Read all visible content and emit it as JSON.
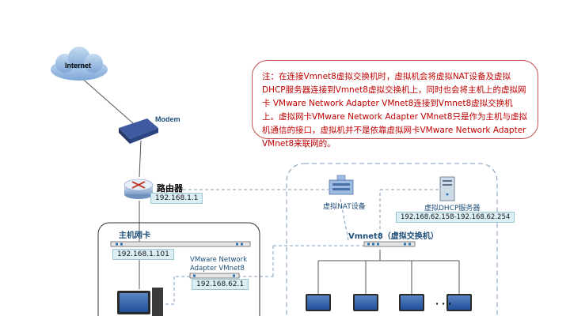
{
  "internet": {
    "label": "Internet"
  },
  "modem": {
    "label": "Modem"
  },
  "router": {
    "label": "路由器",
    "ip": "192.168.1.1"
  },
  "host_nic": {
    "label": "主机网卡",
    "ip": "192.168.1.101"
  },
  "vm_adapter": {
    "label_line1": "VMware Network",
    "label_line2": "Adapter VMnet8",
    "ip": "192.168.62.1"
  },
  "nat_device": {
    "label": "虚拟NAT设备"
  },
  "dhcp_server": {
    "label": "虚拟DHCP服务器",
    "ip_range": "192.168.62.158-192.168.62.254"
  },
  "vmnet8_switch": {
    "label": "Vmnet8（虚拟交换机）"
  },
  "ellipsis": "· · ·",
  "note": {
    "text": "注：在连接Vmnet8虚拟交换机时，虚拟机会将虚拟NAT设备及虚拟DHCP服务器连接到Vmnet8虚拟交换机上，同时也会将主机上的虚拟网卡 VMware Network Adapter VMnet8连接到Vmnet8虚拟交换机上。虚拟网卡VMware Network Adapter VMnet8只是作为主机与虚拟机通信的接口，虚拟机并不是依靠虚拟网卡VMware Network Adapter VMnet8来联网的。"
  },
  "colors": {
    "note_border": "#c0504d",
    "note_text": "#c00000",
    "label_blue": "#1f4e79",
    "ip_fill": "#daeef3",
    "dashed_line": "#7f9db9",
    "cloud": "#8db3e2"
  }
}
